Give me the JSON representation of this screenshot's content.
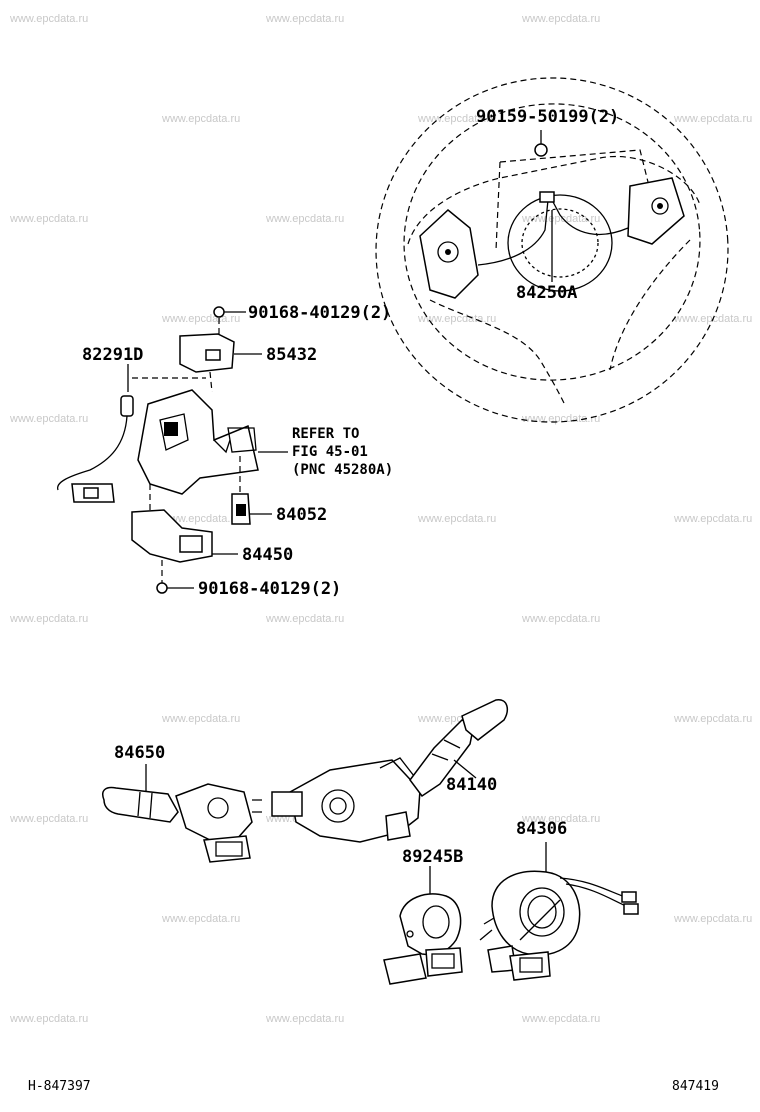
{
  "watermark": "www.epcdata.ru",
  "labels": {
    "bolt_top": "90159-50199(2)",
    "steering_pad": "84250A",
    "screw_upper": "90168-40129(2)",
    "transponder": "85432",
    "antenna": "82291D",
    "refer_line1": "REFER TO",
    "refer_line2": "FIG 45-01",
    "refer_line3": "(PNC 45280A)",
    "switch_84052": "84052",
    "switch_84450": "84450",
    "screw_lower": "90168-40129(2)",
    "light_switch": "84650",
    "wiper_switch": "84140",
    "sensor": "89245B",
    "spiral_cable": "84306"
  },
  "footer": {
    "left": "H-847397",
    "right": "847419"
  }
}
